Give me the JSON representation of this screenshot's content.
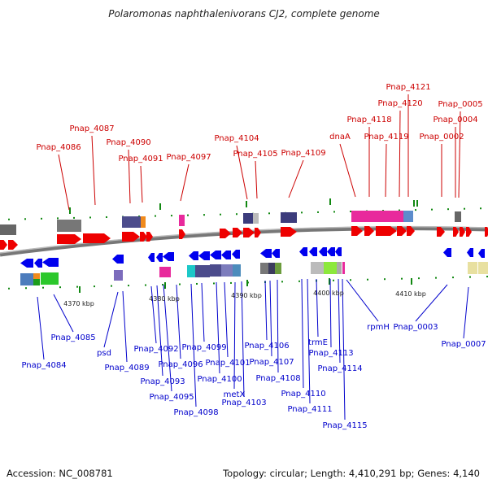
{
  "title": "Polaromonas naphthalenivorans CJ2, complete genome",
  "footer": {
    "accession": "Accession: NC_008781",
    "summary": "Topology: circular; Length: 4,410,291 bp; Genes: 4,140"
  },
  "colors": {
    "forward_label": "#cc0000",
    "reverse_label": "#0000cc",
    "forward_gene": "#ee0000",
    "reverse_gene": "#0000ee",
    "tick_green": "#118811",
    "backbone": "#888888"
  },
  "scale_ticks": [
    "4370 kbp",
    "4380 kbp",
    "4390 kbp",
    "4400 kbp",
    "4410 kbp"
  ],
  "forward_labels": [
    "Pnap_4086",
    "Pnap_4087",
    "Pnap_4090",
    "Pnap_4091",
    "Pnap_4097",
    "Pnap_4104",
    "Pnap_4105",
    "Pnap_4109",
    "dnaA",
    "Pnap_4118",
    "Pnap_4119",
    "Pnap_4120",
    "Pnap_4121",
    "Pnap_0002",
    "Pnap_0004",
    "Pnap_0005"
  ],
  "reverse_labels": [
    "Pnap_4084",
    "Pnap_4085",
    "psd",
    "Pnap_4089",
    "Pnap_4092",
    "Pnap_4093",
    "Pnap_4095",
    "Pnap_4096",
    "Pnap_4098",
    "Pnap_4099",
    "Pnap_4100",
    "Pnap_4101",
    "metX",
    "Pnap_4103",
    "Pnap_4106",
    "Pnap_4107",
    "Pnap_4108",
    "Pnap_4110",
    "Pnap_4111",
    "trmE",
    "Pnap_4113",
    "Pnap_4114",
    "Pnap_4115",
    "rpmH",
    "Pnap_0003",
    "Pnap_0007"
  ]
}
